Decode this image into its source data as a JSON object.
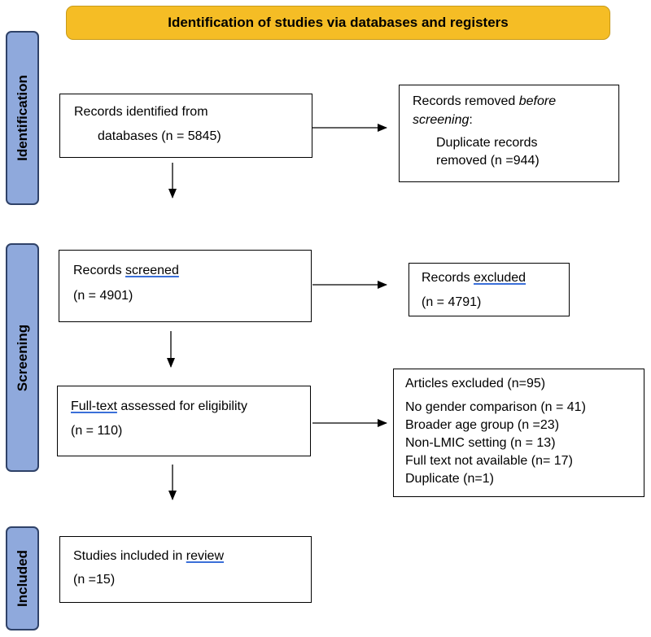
{
  "header": {
    "title": "Identification of studies via databases and registers"
  },
  "phases": {
    "identification": "Identification",
    "screening": "Screening",
    "included": "Included"
  },
  "boxes": {
    "records_identified": {
      "line1": "Records identified from",
      "line2": "databases (n = 5845)"
    },
    "records_removed": {
      "line1_prefix": "Records removed ",
      "line1_emph": "before",
      "line2_emph": "screening",
      "line2_suffix": ":",
      "line3": "Duplicate records",
      "line4": "removed (n =944)"
    },
    "records_screened": {
      "line1_prefix": "Records ",
      "line1_underlined": "screened",
      "line2": "(n = 4901)"
    },
    "records_excluded": {
      "line1_prefix": "Records ",
      "line1_underlined": "excluded",
      "line2": "(n = 4791)"
    },
    "fulltext_assessed": {
      "line1_underlined": "Full-text",
      "line1_suffix": " assessed for eligibility",
      "line2": "(n = 110)"
    },
    "articles_excluded": {
      "title": "Articles excluded (n=95)",
      "reasons": [
        "No gender comparison (n = 41)",
        "Broader age group (n =23)",
        "Non-LMIC setting (n = 13)",
        "Full text not available (n= 17)",
        "Duplicate (n=1)"
      ]
    },
    "studies_included": {
      "line1_prefix": "Studies included in ",
      "line1_underlined": "review",
      "line2": "(n =15)"
    }
  },
  "colors": {
    "header_fill": "#f5bd25",
    "phase_fill": "#8fa9dc",
    "phase_border": "#2f4268",
    "underline": "#3a6fd8"
  }
}
